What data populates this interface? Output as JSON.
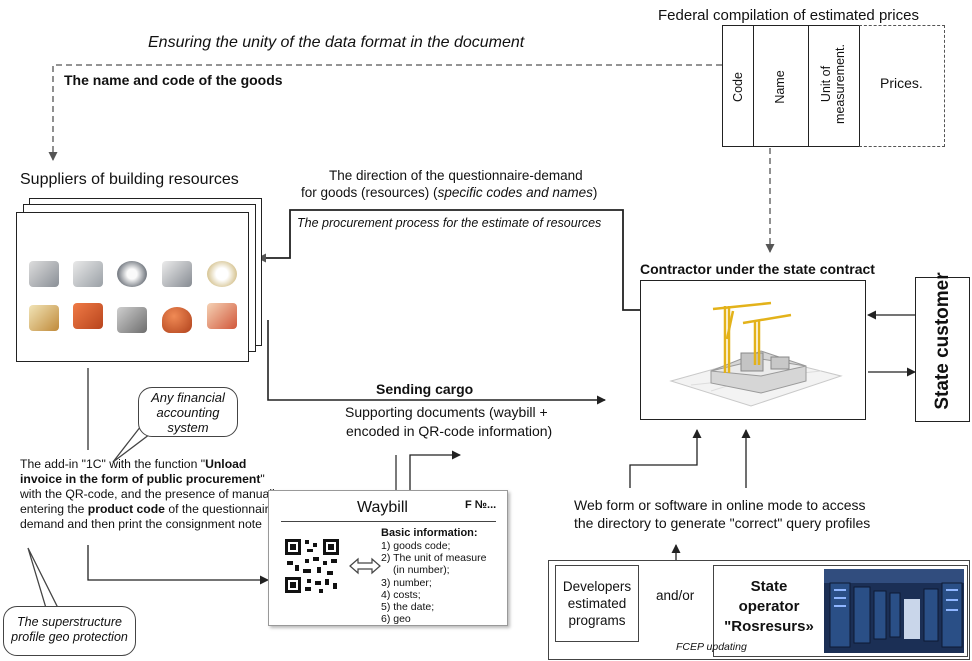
{
  "federal": {
    "title": "Federal compilation of estimated prices",
    "columns": [
      "Code",
      "Name",
      "Unit of measurement.",
      "Prices."
    ]
  },
  "unity_note": "Ensuring the unity of the data format in the document",
  "goods_label": "The name and code of the goods",
  "suppliers_title": "Suppliers of building resources",
  "direction": {
    "line1": "The direction of the questionnaire-demand",
    "line2_plain": "for goods (resources) (",
    "line2_italic": "specific codes and names",
    "line2_end": ")"
  },
  "procurement_process": "The procurement process for the estimate of resources",
  "contractor_title": "Contractor under the state contract",
  "state_customer": "State customer",
  "sending_cargo": "Sending cargo",
  "supporting_docs": {
    "line1": "Supporting documents (waybill +",
    "line2": "encoded in QR-code information)"
  },
  "bubble_financial": "Any financial accounting system",
  "addin": {
    "p1": "The add-in \"1C\" with the function \"",
    "b1": "Unload invoice in the form of public procurement",
    "p2": "\" with the QR-code, and the presence of manually entering the ",
    "b2": "product code",
    "p3": " of the questionnaire-demand and then print the consignment note"
  },
  "bubble_geo": "The superstructure profile geo protection",
  "waybill": {
    "title": "Waybill",
    "number_label": "F №...",
    "basic_title": "Basic information:",
    "items": [
      "1) goods code;",
      "2) The unit of measure",
      "(in number);",
      "3) number;",
      "4) costs;",
      "5) the date;",
      "6) geo"
    ]
  },
  "webform": {
    "line1": "Web form or software in online mode to access",
    "line2": "the directory to generate \"correct\" query profiles"
  },
  "developers": "Developers estimated programs",
  "and_or": "and/or",
  "state_operator": {
    "line1": "State",
    "line2": "operator",
    "line3": "\"Rosresurs»"
  },
  "fcep": "FCEP updating",
  "colors": {
    "line": "#222222",
    "dashed": "#555555",
    "crane": "#e3b21a",
    "server_blue": "#2a4f86"
  },
  "icons": [
    "pipes-icon",
    "brick-icon",
    "concrete-block-icon",
    "insulation-icon",
    "crane-icon",
    "server-rack-icon",
    "qr-code-icon",
    "double-arrow-icon"
  ]
}
